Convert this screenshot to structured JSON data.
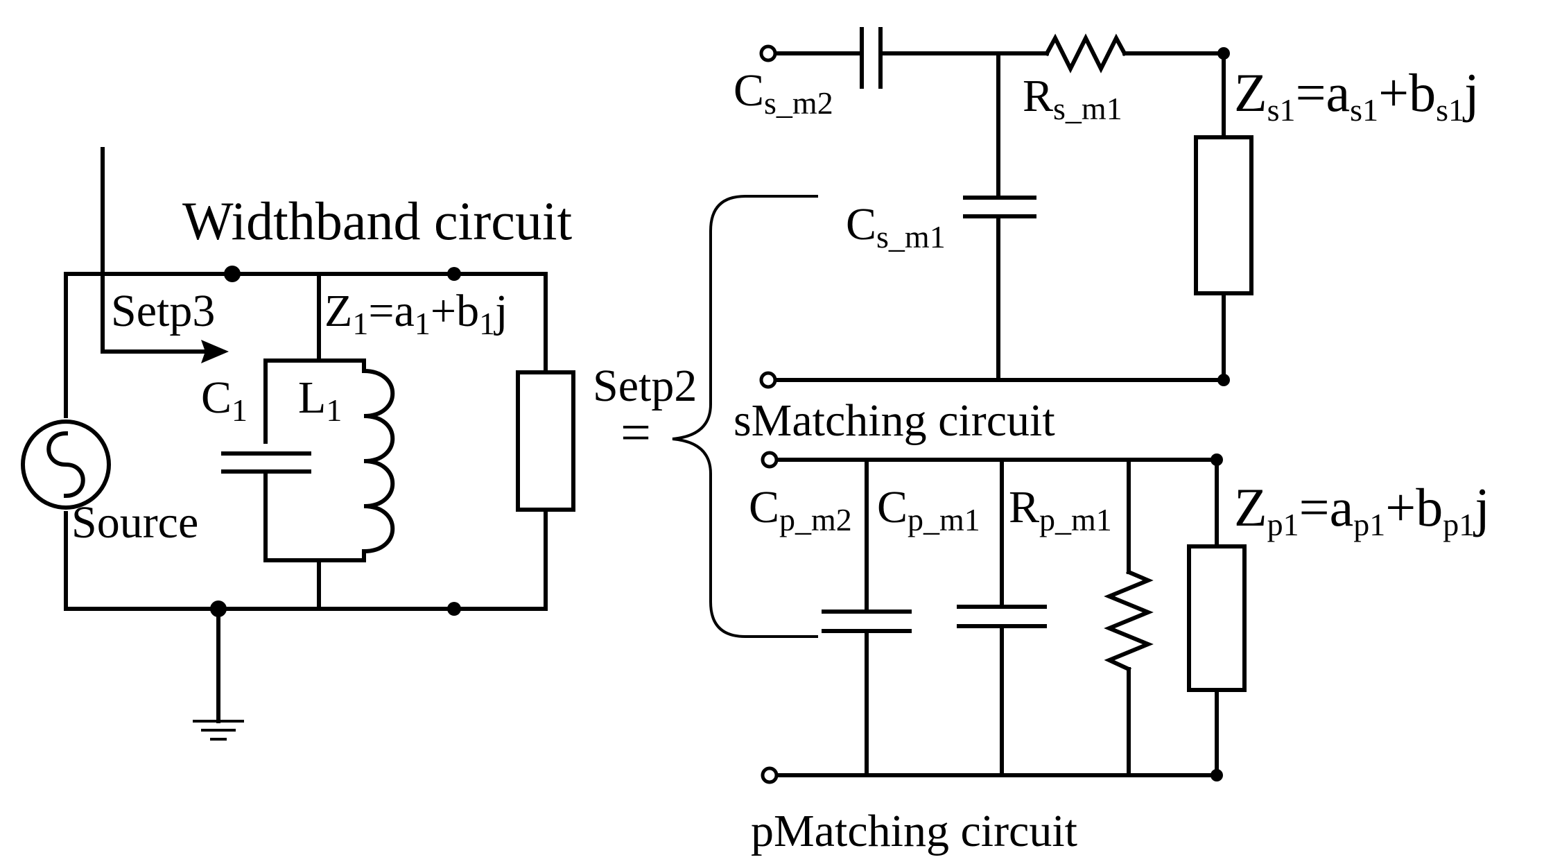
{
  "left_circuit": {
    "title": "Widthband circuit",
    "step_label": "Setp3",
    "source_label": "Source",
    "c1": {
      "main": "C",
      "sub": "1"
    },
    "l1": {
      "main": "L",
      "sub": "1"
    },
    "z1": {
      "z": "Z",
      "z_sub": "1",
      "eq": "=a",
      "a_sub": "1",
      "plus": "+b",
      "b_sub": "1",
      "j": "j"
    }
  },
  "brace": {
    "step_label": "Setp2",
    "equals": "="
  },
  "s_matching": {
    "title": "sMatching circuit",
    "cs_m2": {
      "main": "C",
      "sub": "s_m2"
    },
    "rs_m1": {
      "main": "R",
      "sub": "s_m1"
    },
    "cs_m1": {
      "main": "C",
      "sub": "s_m1"
    },
    "zs1": {
      "z": "Z",
      "z_sub": "s1",
      "eq": "=a",
      "a_sub": "s1",
      "plus": "+b",
      "b_sub": "s1",
      "j": "j"
    }
  },
  "p_matching": {
    "title": "pMatching circuit",
    "cp_m2": {
      "main": "C",
      "sub": "p_m2"
    },
    "cp_m1": {
      "main": "C",
      "sub": "p_m1"
    },
    "rp_m1": {
      "main": "R",
      "sub": "p_m1"
    },
    "zp1": {
      "z": "Z",
      "z_sub": "p1",
      "eq": "=a",
      "a_sub": "p1",
      "plus": "+b",
      "b_sub": "p1",
      "j": "j"
    }
  }
}
